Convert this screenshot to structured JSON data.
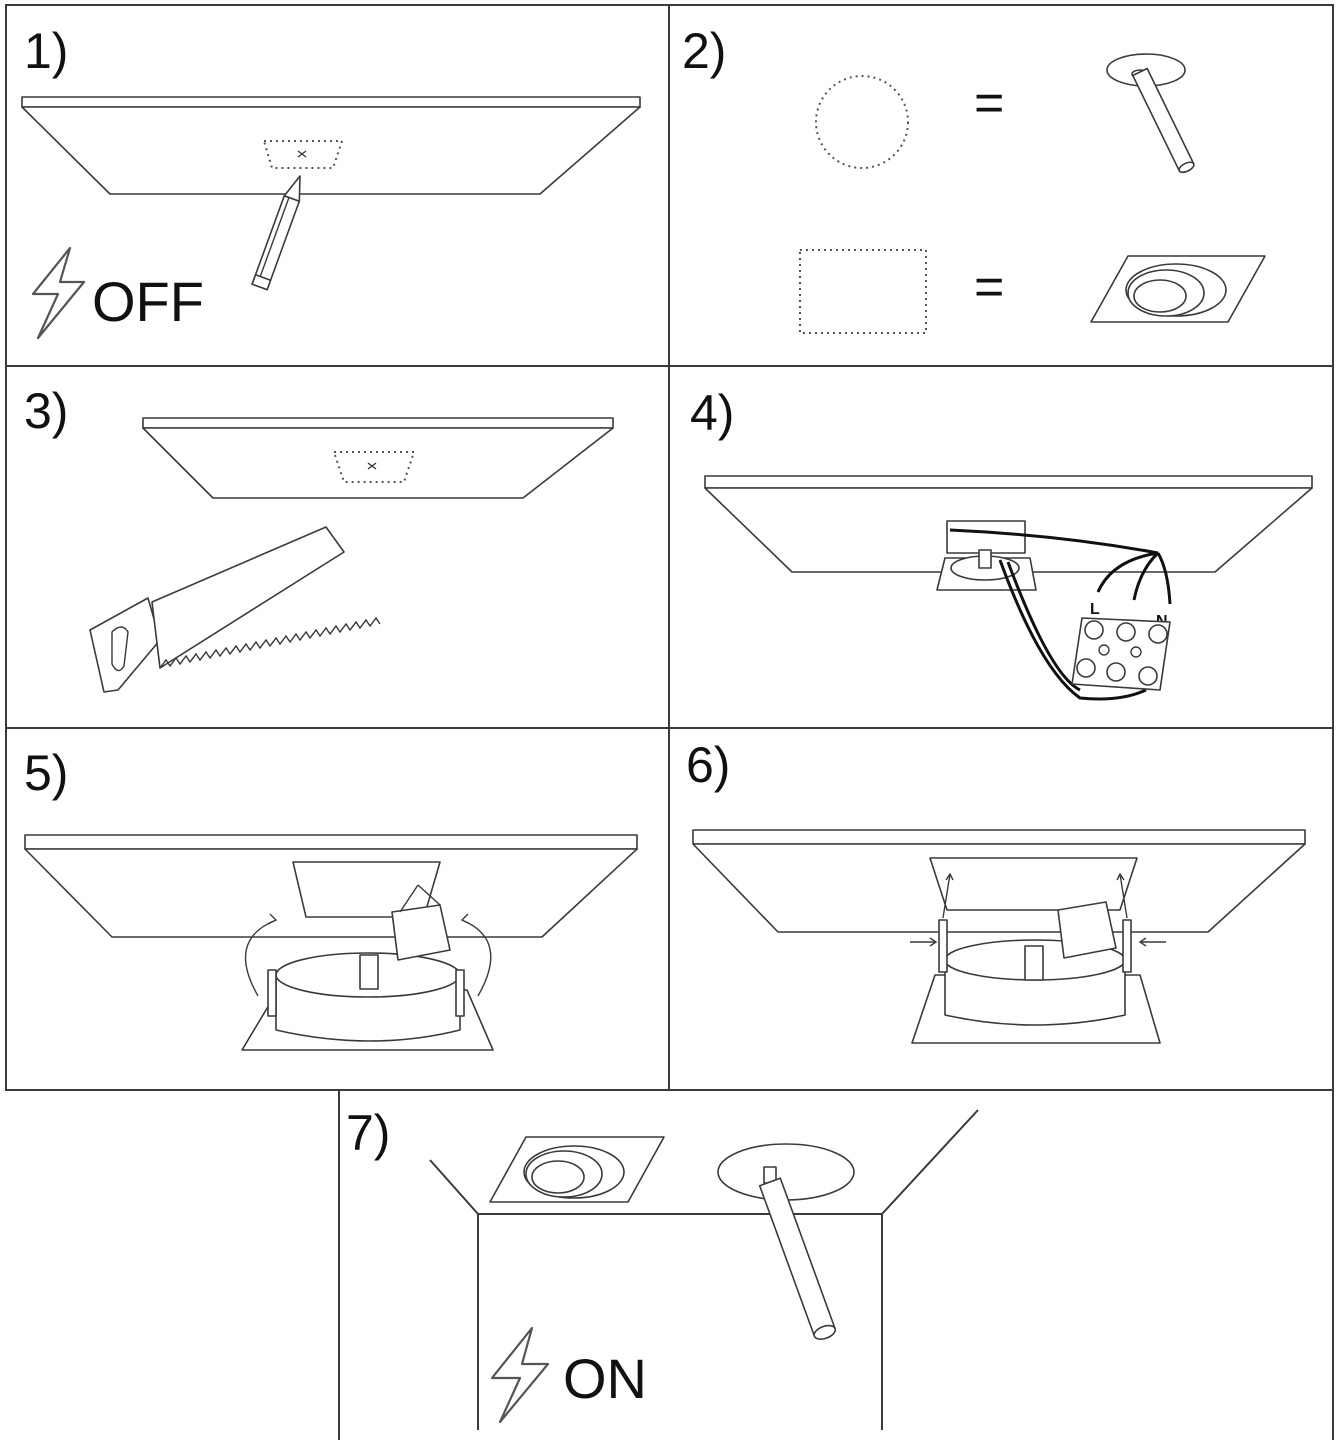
{
  "panels": [
    {
      "step": "1)",
      "power": "OFF"
    },
    {
      "step": "2)",
      "equals_top": "=",
      "equals_bottom": "="
    },
    {
      "step": "3)"
    },
    {
      "step": "4)",
      "terminals": [
        "L",
        "N"
      ]
    },
    {
      "step": "5)"
    },
    {
      "step": "6)"
    },
    {
      "step": "7)",
      "power": "ON"
    }
  ],
  "icons": {
    "power": "lightning-bolt-icon",
    "tool_mark": "pencil-icon",
    "tool_cut": "saw-icon",
    "round_fixture": "spotlight-icon",
    "square_fixture": "square-downlight-icon",
    "connector": "terminal-block-icon"
  }
}
